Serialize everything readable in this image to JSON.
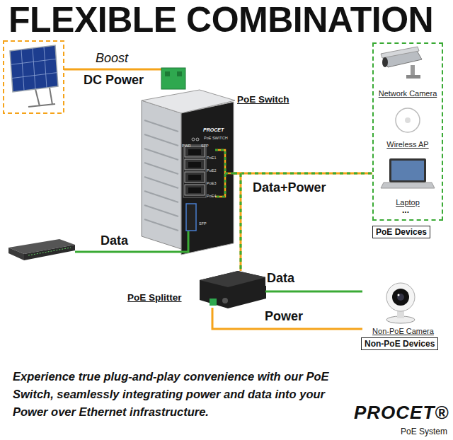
{
  "diagram": {
    "title": "FLEXIBLE COMBINATION",
    "caption": "Experience true plug-and-play convenience with our PoE Switch, seamlessly integrating power and data into your Power over Ethernet infrastructure.",
    "nodes": [
      {
        "text": [
          "PoE Switch"
        ]
      },
      {
        "text": [
          "PoE Devices"
        ]
      },
      {
        "text": [
          "Network Camera"
        ],
        "in": 1
      },
      {
        "text": [
          "Wireless AP"
        ],
        "in": 1
      },
      {
        "text": [
          "Laptop"
        ],
        "in": 1
      },
      {
        "text": [
          "PoE Splitter"
        ]
      },
      {
        "text": [
          "Non-PoE Camera",
          "Non-PoE Devices"
        ]
      }
    ],
    "edges": [
      {
        "from": 0,
        "to": 1,
        "arrow": "none",
        "label": "Data+Power"
      },
      {
        "from": 0,
        "to": 5,
        "arrow": "none"
      },
      {
        "from": 5,
        "to": 6,
        "arrow": "none",
        "label": "Data"
      },
      {
        "from": 5,
        "to": 6,
        "arrow": "none",
        "label": "Power"
      }
    ],
    "labels": [
      "Boost",
      "DC Power",
      "PWR",
      "SFP",
      "PROCET",
      "PoE SWITCH",
      "PoE1",
      "PoE2",
      "PoE3",
      "PoE4",
      "SFP",
      "Data",
      "...",
      "PROCET®",
      "PoE System"
    ]
  }
}
